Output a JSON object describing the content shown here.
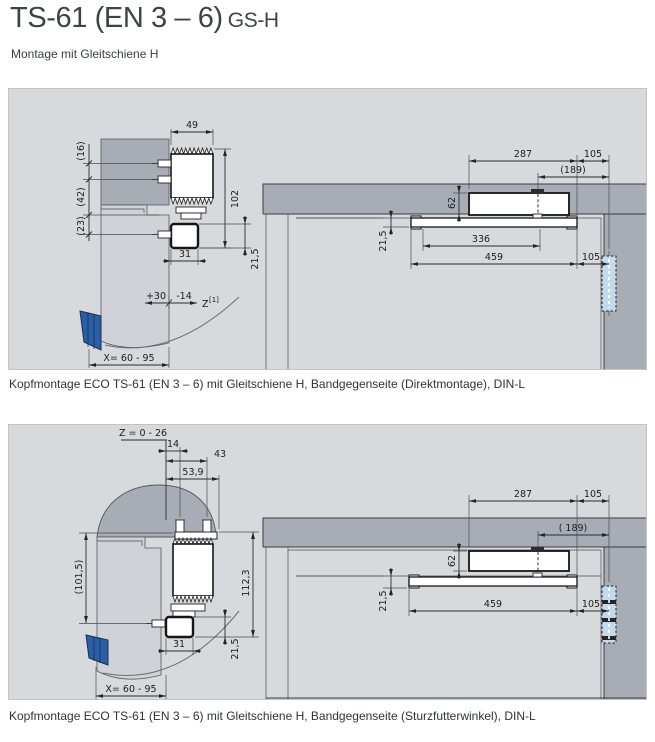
{
  "page": {
    "title": "TS-61 (EN 3 – 6)",
    "title_suffix": "GS-H",
    "subtitle": "Montage mit Gleitschiene H"
  },
  "colors": {
    "panel_bg": "#d7dadd",
    "wall_gray": "#a8adb5",
    "door_gray": "#cfd3d7",
    "hinge_blue": "#2a5fa5",
    "hinge_light_blue": "#c3d9ec",
    "line": "#2a2c2e"
  },
  "figure1": {
    "caption": "Kopfmontage ECO TS-61 (EN 3 – 6) mit Gleitschiene H, Bandgegenseite (Direktmontage), DIN-L",
    "dims": {
      "closer_width": "49",
      "d16": "(16)",
      "d42": "(42)",
      "d23": "(23)",
      "closer_height": "102",
      "rail_width": "31",
      "rail_height": "21,5",
      "adjust_plus": "+30",
      "adjust_minus": "-14",
      "z": "Z",
      "z_note": "[1]",
      "x_range": "X= 60 - 95",
      "d287": "287",
      "d105_top": "105",
      "d189": "(189)",
      "d62": "62",
      "d215_plan": "21,5",
      "d336": "336",
      "d459": "459",
      "d105_bottom": "105"
    }
  },
  "figure2": {
    "caption": "Kopfmontage ECO TS-61 (EN 3 – 6) mit Gleitschiene H, Bandgegenseite (Sturzfutterwinkel), DIN-L",
    "dims": {
      "z_range": "Z = 0 - 26",
      "d14": "14",
      "d43": "43",
      "d539": "53,9",
      "d1015": "(101,5)",
      "d1123": "112,3",
      "rail_width": "31",
      "rail_height": "21,5",
      "x_range": "X= 60 - 95",
      "d287": "287",
      "d105_top": "105",
      "d189": "( 189)",
      "d62": "62",
      "d215_plan": "21,5",
      "d459": "459",
      "d105_bottom": "105"
    }
  }
}
